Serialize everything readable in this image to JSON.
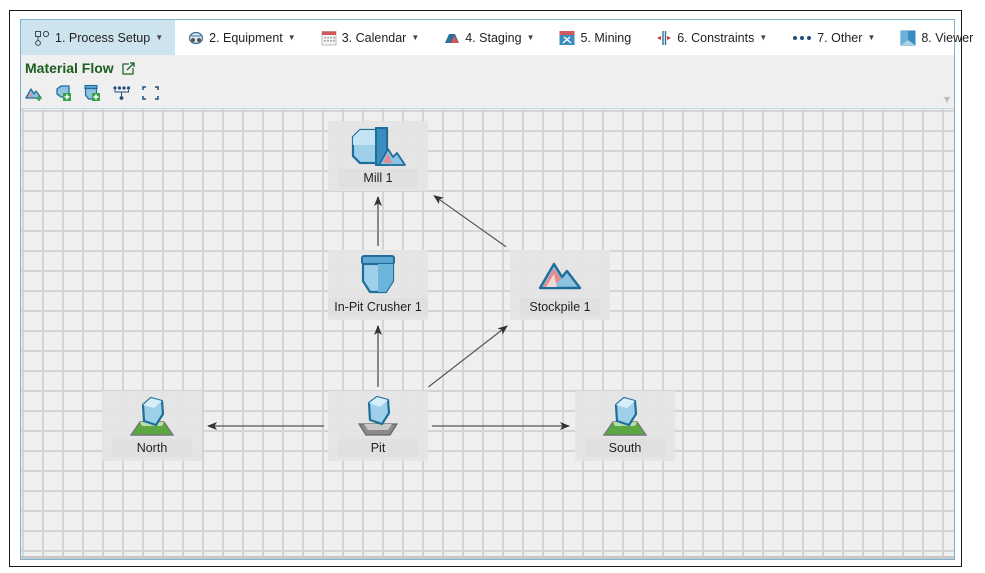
{
  "tabs": [
    {
      "label": "1. Process Setup",
      "icon": "process-setup-icon",
      "dropdown": true,
      "active": true
    },
    {
      "label": "2. Equipment",
      "icon": "equipment-icon",
      "dropdown": true,
      "active": false
    },
    {
      "label": "3. Calendar",
      "icon": "calendar-icon",
      "dropdown": true,
      "active": false
    },
    {
      "label": "4. Staging",
      "icon": "staging-icon",
      "dropdown": true,
      "active": false
    },
    {
      "label": "5. Mining",
      "icon": "mining-icon",
      "dropdown": false,
      "active": false
    },
    {
      "label": "6. Constraints",
      "icon": "constraints-icon",
      "dropdown": true,
      "active": false
    },
    {
      "label": "7. Other",
      "icon": "other-dots-icon",
      "dropdown": true,
      "active": false
    },
    {
      "label": "8. Viewer",
      "icon": "viewer-icon",
      "dropdown": false,
      "active": false
    }
  ],
  "caret": "▼",
  "section": {
    "title": "Material Flow",
    "popout_icon": "popout-icon"
  },
  "toolbar": [
    {
      "name": "add-stockpile-button",
      "icon": "stockpile-add-icon"
    },
    {
      "name": "add-mill-button",
      "icon": "mill-add-icon"
    },
    {
      "name": "add-crusher-button",
      "icon": "crusher-add-icon"
    },
    {
      "name": "auto-layout-button",
      "icon": "hierarchy-icon"
    },
    {
      "name": "fit-to-view-button",
      "icon": "fit-frame-icon"
    }
  ],
  "overflow": "▼",
  "nodes": [
    {
      "id": "mill1",
      "label": "Mill 1",
      "type": "mill"
    },
    {
      "id": "crusher1",
      "label": "In-Pit Crusher 1",
      "type": "crusher"
    },
    {
      "id": "stockpile1",
      "label": "Stockpile 1",
      "type": "stockpile"
    },
    {
      "id": "north",
      "label": "North",
      "type": "dump"
    },
    {
      "id": "pit",
      "label": "Pit",
      "type": "pit"
    },
    {
      "id": "south",
      "label": "South",
      "type": "dump"
    }
  ],
  "edges": [
    {
      "from": "crusher1",
      "to": "mill1"
    },
    {
      "from": "stockpile1",
      "to": "mill1"
    },
    {
      "from": "pit",
      "to": "crusher1"
    },
    {
      "from": "pit",
      "to": "stockpile1"
    },
    {
      "from": "pit",
      "to": "north"
    },
    {
      "from": "pit",
      "to": "south"
    }
  ]
}
